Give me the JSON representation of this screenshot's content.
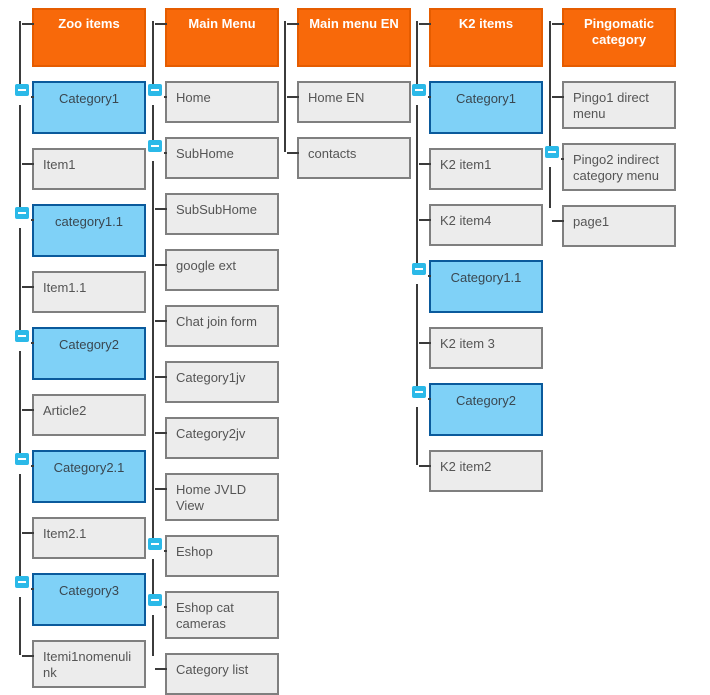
{
  "colors": {
    "header_bg": "#F8690A",
    "header_border": "#E55C00",
    "header_text": "#FFFFFF",
    "category_bg": "#7FD1F7",
    "category_border": "#0A5A9C",
    "category_text": "#3A4750",
    "item_bg": "#ECECEC",
    "item_border": "#7F7F7F",
    "item_text": "#555555",
    "connector": "#3B3B3B",
    "toggle_bg": "#2BB9E8",
    "toggle_glyph": "#FFFFFF"
  },
  "icons": {
    "toggle": "collapse-minus-icon"
  },
  "tree": {
    "columns": [
      {
        "title": "Zoo items",
        "items": [
          {
            "label": "Category1",
            "type": "category",
            "toggle": true
          },
          {
            "label": "Item1",
            "type": "item",
            "toggle": false
          },
          {
            "label": "category1.1",
            "type": "category",
            "toggle": true
          },
          {
            "label": "Item1.1",
            "type": "item",
            "toggle": false
          },
          {
            "label": "Category2",
            "type": "category",
            "toggle": true
          },
          {
            "label": "Article2",
            "type": "item",
            "toggle": false
          },
          {
            "label": "Category2.1",
            "type": "category",
            "toggle": true
          },
          {
            "label": "Item2.1",
            "type": "item",
            "toggle": false
          },
          {
            "label": "Category3",
            "type": "category",
            "toggle": true
          },
          {
            "label": "Itemi1nomenulink",
            "type": "item",
            "toggle": false
          }
        ]
      },
      {
        "title": "Main Menu",
        "items": [
          {
            "label": "Home",
            "type": "item",
            "toggle": true
          },
          {
            "label": "SubHome",
            "type": "item",
            "toggle": true
          },
          {
            "label": "SubSubHome",
            "type": "item",
            "toggle": false
          },
          {
            "label": "google ext",
            "type": "item",
            "toggle": false
          },
          {
            "label": "Chat join form",
            "type": "item",
            "toggle": false
          },
          {
            "label": "Category1jv",
            "type": "item",
            "toggle": false
          },
          {
            "label": "Category2jv",
            "type": "item",
            "toggle": false
          },
          {
            "label": "Home JVLD View",
            "type": "item",
            "toggle": false
          },
          {
            "label": "Eshop",
            "type": "item",
            "toggle": true
          },
          {
            "label": "Eshop cat cameras",
            "type": "item",
            "toggle": true
          },
          {
            "label": "Category list",
            "type": "item",
            "toggle": false
          }
        ]
      },
      {
        "title": "Main menu EN",
        "items": [
          {
            "label": "Home EN",
            "type": "item",
            "toggle": false
          },
          {
            "label": "contacts",
            "type": "item",
            "toggle": false
          }
        ]
      },
      {
        "title": "K2 items",
        "items": [
          {
            "label": "Category1",
            "type": "category",
            "toggle": true
          },
          {
            "label": "K2 item1",
            "type": "item",
            "toggle": false
          },
          {
            "label": "K2 item4",
            "type": "item",
            "toggle": false
          },
          {
            "label": "Category1.1",
            "type": "category",
            "toggle": true
          },
          {
            "label": "K2 item 3",
            "type": "item",
            "toggle": false
          },
          {
            "label": "Category2",
            "type": "category",
            "toggle": true
          },
          {
            "label": "K2 item2",
            "type": "item",
            "toggle": false
          }
        ]
      },
      {
        "title": "Pingomatic category",
        "items": [
          {
            "label": "Pingo1 direct menu",
            "type": "item",
            "toggle": false
          },
          {
            "label": "Pingo2 indirect category menu",
            "type": "item",
            "toggle": true
          },
          {
            "label": "page1",
            "type": "item",
            "toggle": false
          }
        ]
      }
    ]
  }
}
